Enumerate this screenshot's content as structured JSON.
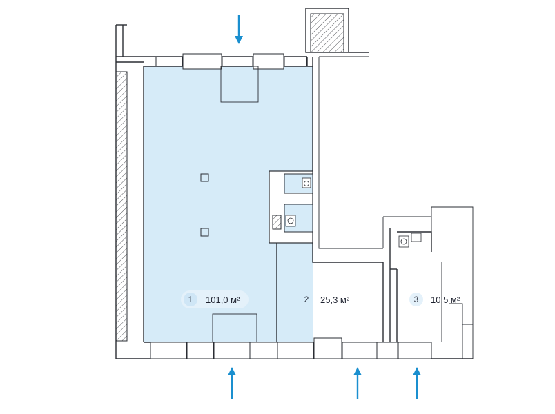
{
  "colors": {
    "highlight_fill": "#d6ebf8",
    "arrow": "#1a8fcf",
    "badge_fill": "#e4f1fa",
    "wall": "#2a2d33"
  },
  "rooms": [
    {
      "number": "1",
      "area": "101,0 м²",
      "selected": true
    },
    {
      "number": "2",
      "area": "25,3 м²",
      "selected": false
    },
    {
      "number": "3",
      "area": "10,5 м²",
      "selected": false
    }
  ],
  "icons": {
    "entrance": "arrow-down-icon / arrow-up-icon",
    "fixtures": "toilet-icon",
    "columns": "column-icon"
  }
}
